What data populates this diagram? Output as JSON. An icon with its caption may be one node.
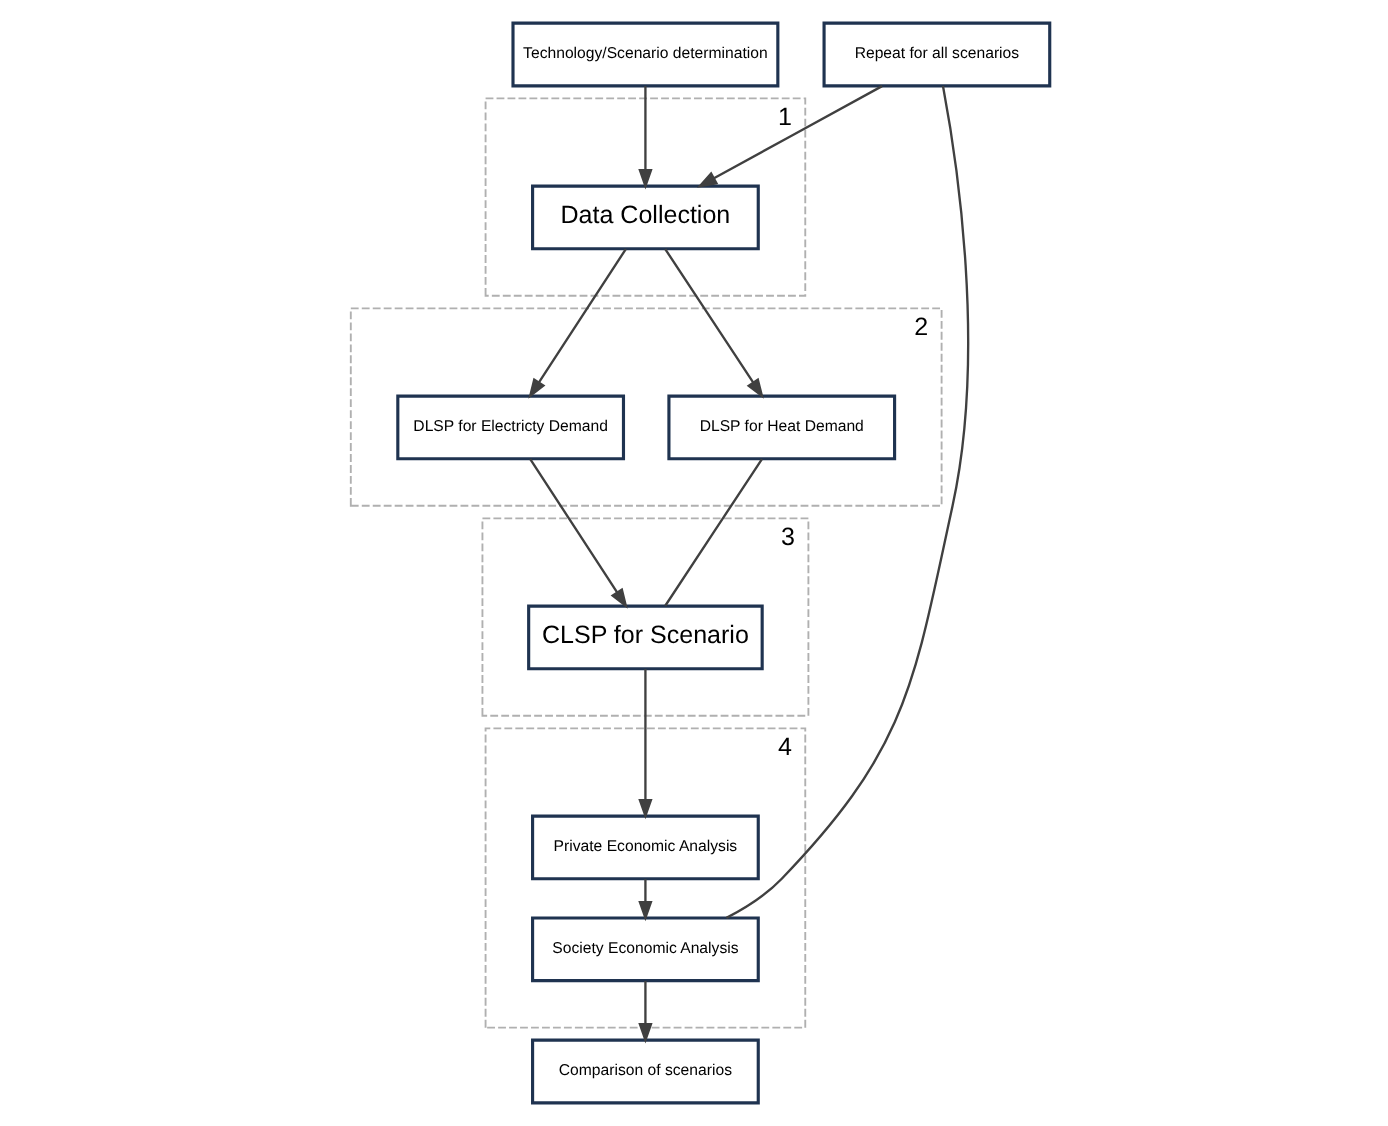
{
  "diagram": {
    "nodes": [
      {
        "text": [
          "Technology/Scenario determination"
        ]
      },
      {
        "text": [
          "1"
        ]
      },
      {
        "text": [
          "Data Collection"
        ],
        "in": 1
      },
      {
        "text": [
          "2"
        ]
      },
      {
        "text": [
          "DLSP for Heat Demand"
        ],
        "in": 3
      },
      {
        "text": [
          "DLSP for Electricty Demand"
        ],
        "in": 3
      },
      {
        "text": [
          "Repeat for all scenarios"
        ]
      },
      {
        "text": [
          "3"
        ]
      },
      {
        "text": [
          "CLSP for Scenario"
        ],
        "in": 7
      },
      {
        "text": [
          "4"
        ]
      },
      {
        "text": [
          "Private Economic Analysis"
        ],
        "in": 9
      },
      {
        "text": [
          "Society Economic Analysis"
        ],
        "in": 9
      },
      {
        "text": [
          "Comparison of scenarios"
        ]
      }
    ],
    "edges": [
      {
        "from": 0,
        "to": 2,
        "arrow": "to"
      },
      {
        "from": 2,
        "to": 4,
        "arrow": "to"
      },
      {
        "from": 2,
        "to": 5,
        "arrow": "to"
      },
      {
        "from": 4,
        "to": 8,
        "arrow": "none"
      },
      {
        "from": 5,
        "to": 8,
        "arrow": "to"
      },
      {
        "from": 8,
        "to": 10,
        "arrow": "to"
      },
      {
        "from": 10,
        "to": 11,
        "arrow": "to"
      },
      {
        "from": 11,
        "to": 12,
        "arrow": "to"
      },
      {
        "from": 11,
        "to": 6,
        "arrow": "none"
      },
      {
        "from": 6,
        "to": 2,
        "arrow": "to"
      }
    ]
  }
}
